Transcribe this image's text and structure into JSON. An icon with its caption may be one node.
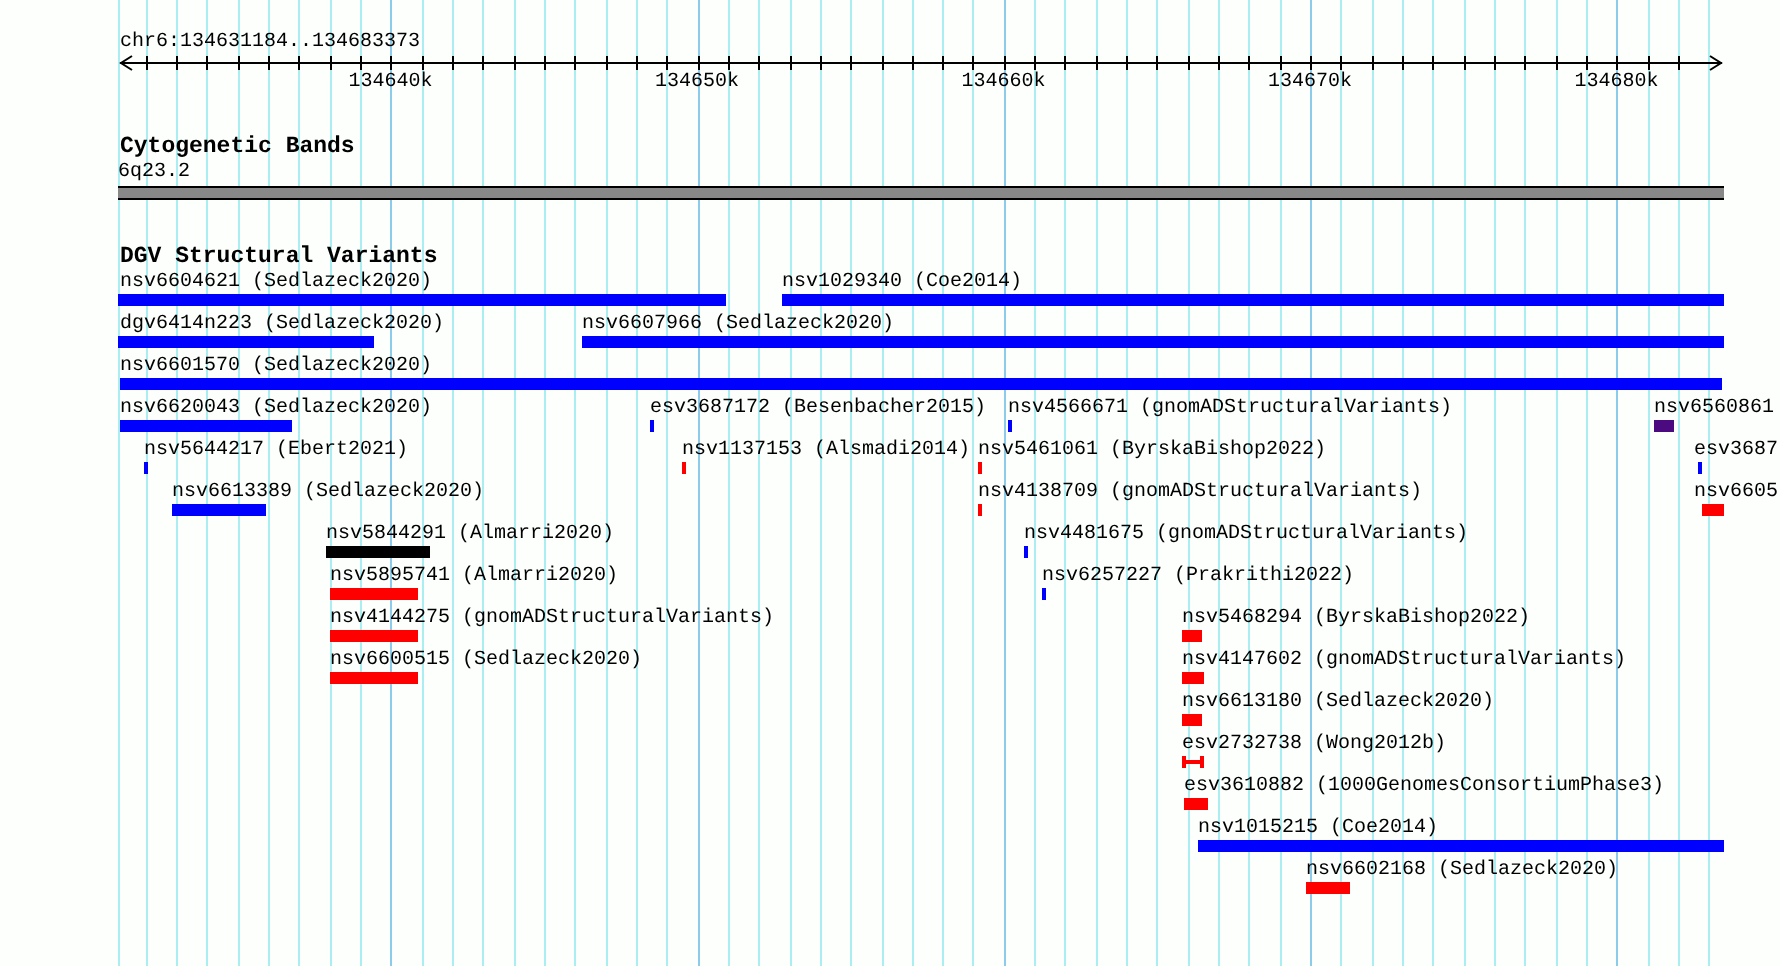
{
  "diagram": {
    "nodes": [
      {
        "text": [],
        "shape": "bar",
        "beside": [
          "6q23.2"
        ]
      },
      {
        "text": [],
        "shape": "bar",
        "beside": [
          "nsv6604621 (Sedlazeck2020)"
        ]
      },
      {
        "text": [],
        "shape": "bar",
        "beside": [
          "nsv1029340 (Coe2014)"
        ]
      },
      {
        "text": [],
        "shape": "bar",
        "beside": [
          "dgv6414n223 (Sedlazeck2020)"
        ]
      },
      {
        "text": [],
        "shape": "bar",
        "beside": [
          "nsv6607966 (Sedlazeck2020)"
        ]
      },
      {
        "text": [],
        "shape": "bar",
        "beside": [
          "nsv6601570 (Sedlazeck2020)"
        ]
      },
      {
        "text": [],
        "shape": "bar",
        "beside": [
          "nsv6620043 (Sedlazeck2020)"
        ]
      },
      {
        "text": [],
        "shape": "bar",
        "beside": [
          "esv3687172 (Besenbacher2015)"
        ]
      },
      {
        "text": [],
        "shape": "bar",
        "beside": [
          "nsv4566671 (gnomADStructuralVariants)"
        ]
      },
      {
        "text": [],
        "shape": "bar",
        "beside": [
          "nsv6560861"
        ]
      },
      {
        "text": [],
        "shape": "bar",
        "beside": [
          "nsv5644217 (Ebert2021)"
        ]
      },
      {
        "text": [],
        "shape": "bar",
        "beside": [
          "nsv1137153 (Alsmadi2014)"
        ]
      },
      {
        "text": [],
        "shape": "bar",
        "beside": [
          "nsv5461061 (ByrskaBishop2022)"
        ]
      },
      {
        "text": [],
        "shape": "bar",
        "beside": [
          "esv3687"
        ]
      },
      {
        "text": [],
        "shape": "bar",
        "beside": [
          "nsv6613389 (Sedlazeck2020)"
        ]
      },
      {
        "text": [],
        "shape": "bar",
        "beside": [
          "nsv4138709 (gnomADStructuralVariants)"
        ]
      },
      {
        "text": [],
        "shape": "bar",
        "beside": [
          "nsv6605"
        ]
      },
      {
        "text": [],
        "shape": "bar",
        "beside": [
          "nsv5844291 (Almarri2020)"
        ]
      },
      {
        "text": [],
        "shape": "bar",
        "beside": [
          "nsv4481675 (gnomADStructuralVariants)"
        ]
      },
      {
        "text": [],
        "shape": "bar",
        "beside": [
          "nsv5895741 (Almarri2020)"
        ]
      },
      {
        "text": [],
        "shape": "bar",
        "beside": [
          "nsv6257227 (Prakrithi2022)"
        ]
      },
      {
        "text": [],
        "shape": "bar",
        "beside": [
          "nsv4144275 (gnomADStructuralVariants)"
        ]
      },
      {
        "text": [],
        "shape": "bar",
        "beside": [
          "nsv5468294 (ByrskaBishop2022)"
        ]
      },
      {
        "text": [],
        "shape": "bar",
        "beside": [
          "nsv6600515 (Sedlazeck2020)"
        ]
      },
      {
        "text": [],
        "shape": "bar",
        "beside": [
          "nsv4147602 (gnomADStructuralVariants)"
        ]
      },
      {
        "text": [],
        "shape": "bar",
        "beside": [
          "nsv6613180 (Sedlazeck2020)"
        ]
      },
      {
        "text": [],
        "shape": "bar",
        "beside": [
          "esv2732738 (Wong2012b)"
        ]
      },
      {
        "text": [],
        "shape": "bar",
        "beside": [
          "esv3610882 (1000GenomesConsortiumPhase3)"
        ]
      },
      {
        "text": [],
        "shape": "bar",
        "beside": [
          "nsv1015215 (Coe2014)"
        ]
      },
      {
        "text": [],
        "shape": "bar",
        "beside": [
          "nsv6602168 (Sedlazeck2020)"
        ]
      }
    ],
    "labels": [
      "chr6:134631184..134683373",
      "134640k",
      "134650k",
      "134660k",
      "134670k",
      "134680k",
      "Cytogenetic Bands",
      "DGV Structural Variants"
    ]
  }
}
